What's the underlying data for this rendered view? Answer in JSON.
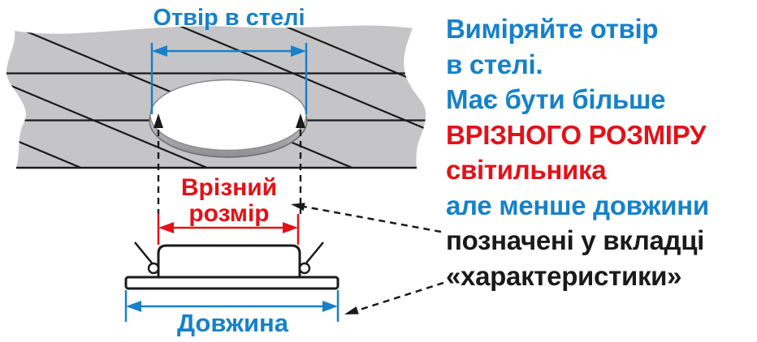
{
  "colors": {
    "blue": "#1681c9",
    "red": "#e21218",
    "black": "#1a1a1a",
    "ceiling_gray": "#c5c5c8"
  },
  "diagram": {
    "hole_label": "Отвір в стелі",
    "cutout_label_line1": "Врізний",
    "cutout_label_line2": "розмір",
    "length_label": "Довжина"
  },
  "annotation_lines": [
    {
      "text": "Виміряйте отвір",
      "color": "blue"
    },
    {
      "text": "в стелі.",
      "color": "blue"
    },
    {
      "text": "Має бути більше",
      "color": "blue"
    },
    {
      "text": "ВРІЗНОГО РОЗМІРУ",
      "color": "red"
    },
    {
      "text": "світильника",
      "color": "red"
    },
    {
      "text": "але менше довжини",
      "color": "blue"
    },
    {
      "text": "позначені у вкладці",
      "color": "black"
    },
    {
      "text": "«характеристики»",
      "color": "black"
    }
  ]
}
